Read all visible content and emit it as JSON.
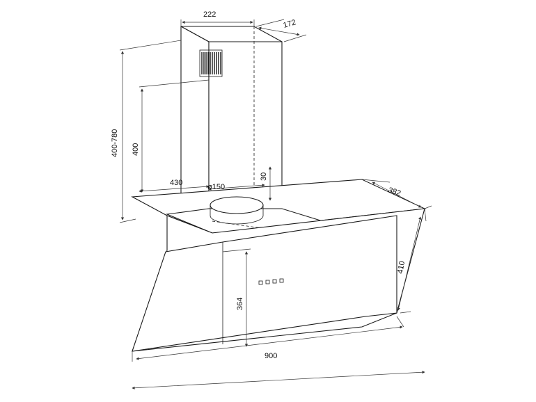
{
  "diagram": {
    "dimensions": {
      "chimney_width": "222",
      "chimney_depth": "172",
      "height_range": "400-780",
      "inner_height": "400",
      "duct_offset": "30",
      "canopy_width_top": "430",
      "duct_diameter": "ø150",
      "canopy_depth": "382",
      "glass_height_side": "410",
      "glass_height_front": "364",
      "overall_width": "900"
    },
    "colors": {
      "line": "#1a1a1a",
      "background": "#ffffff"
    }
  }
}
